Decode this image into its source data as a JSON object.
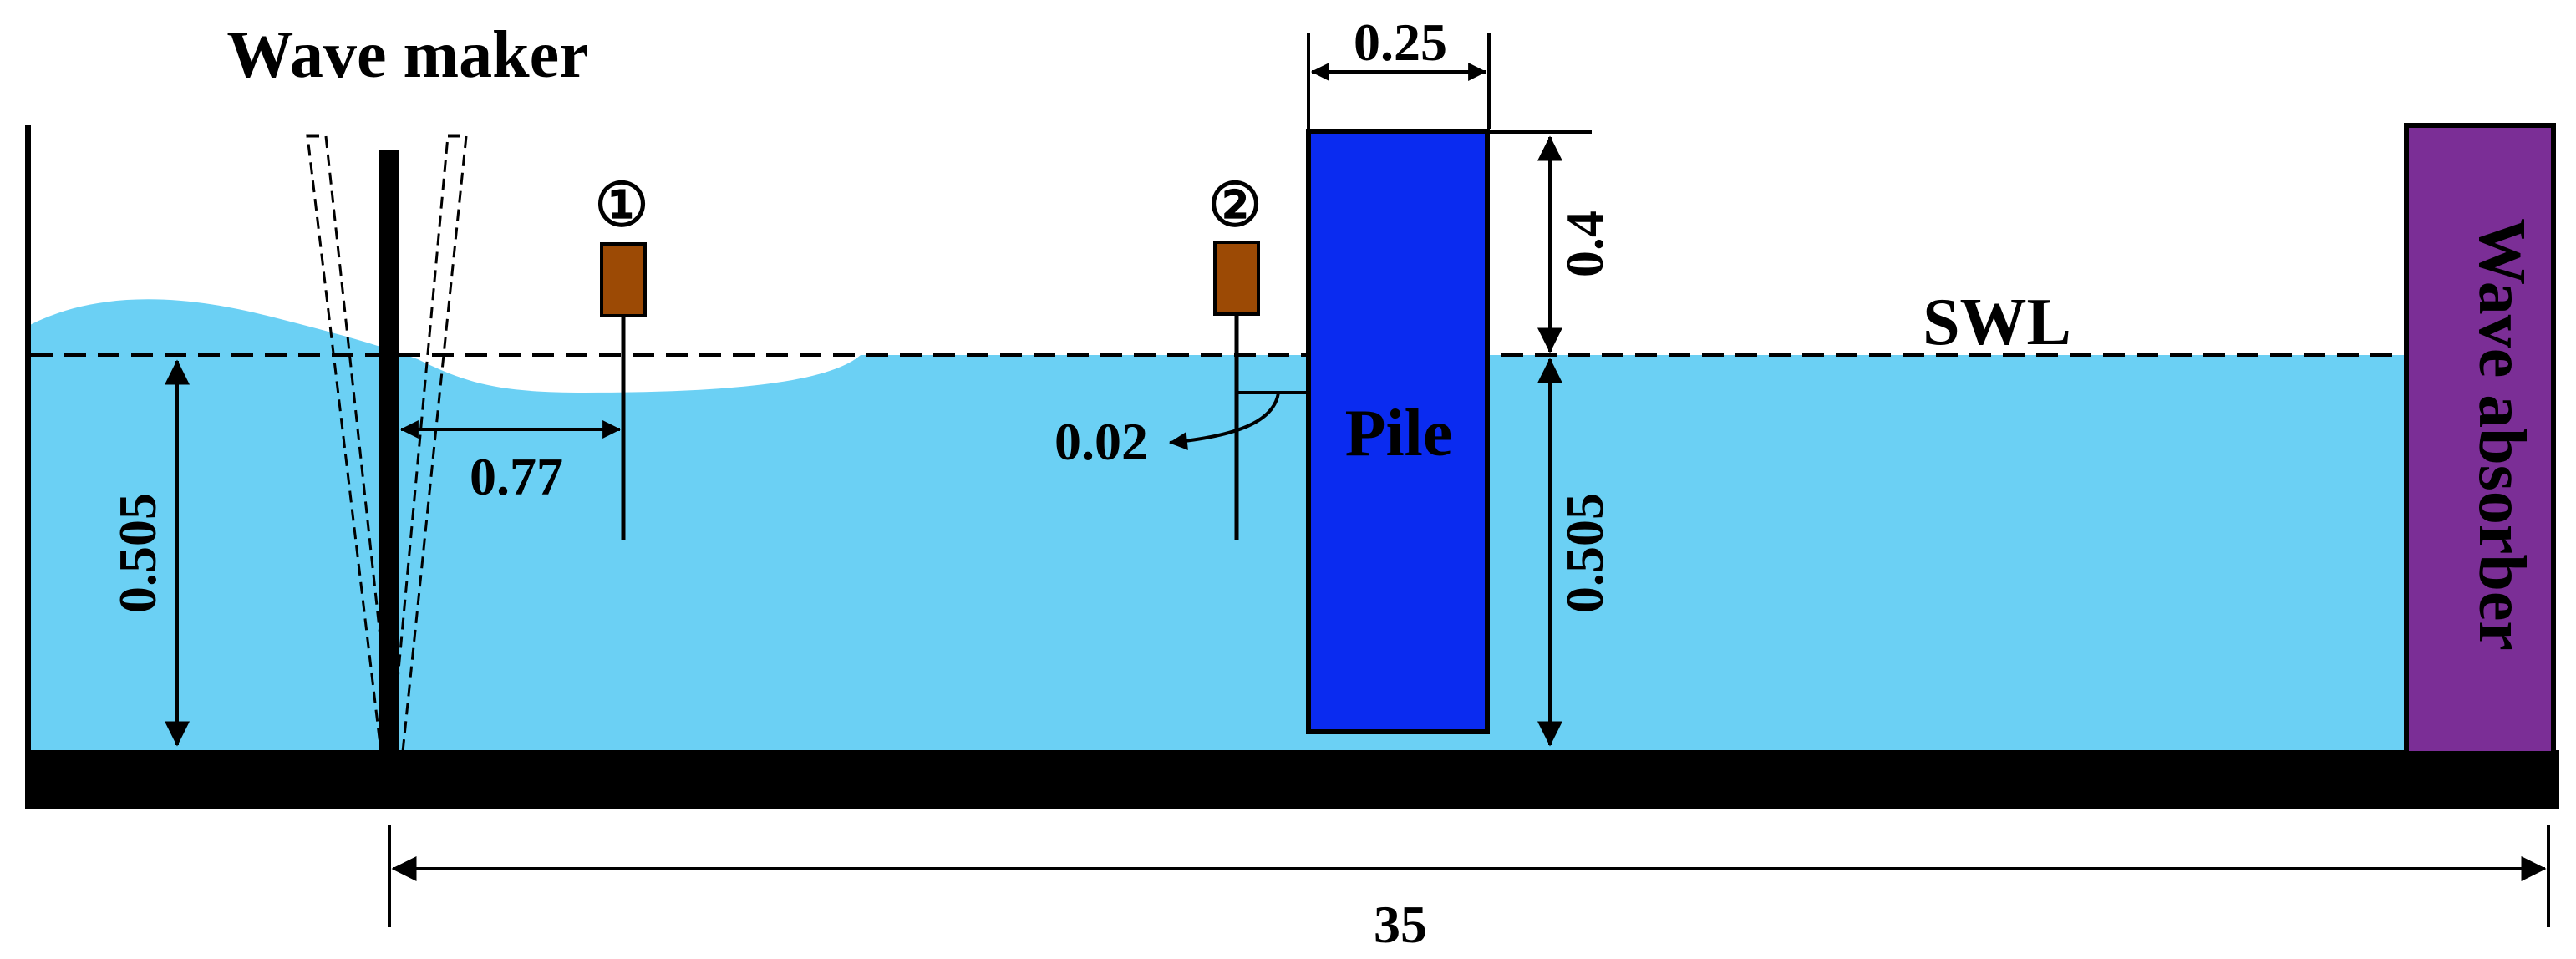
{
  "labels": {
    "wave_maker": "Wave maker",
    "pile": "Pile",
    "wave_absorber": "Wave absorber",
    "swl": "SWL",
    "gauge_1": "①",
    "gauge_2": "②"
  },
  "dimensions": {
    "pile_width": "0.25",
    "pile_above_swl": "0.4",
    "pile_below_swl": "0.505",
    "water_depth": "0.505",
    "maker_to_gauge1": "0.77",
    "gauge2_to_pile": "0.02",
    "tank_length": "35"
  },
  "colors": {
    "water": "#6bd0f4",
    "pile": "#0a2bf0",
    "absorber": "#7b2e96",
    "gauge": "#9c4a05",
    "bed": "#000000"
  }
}
